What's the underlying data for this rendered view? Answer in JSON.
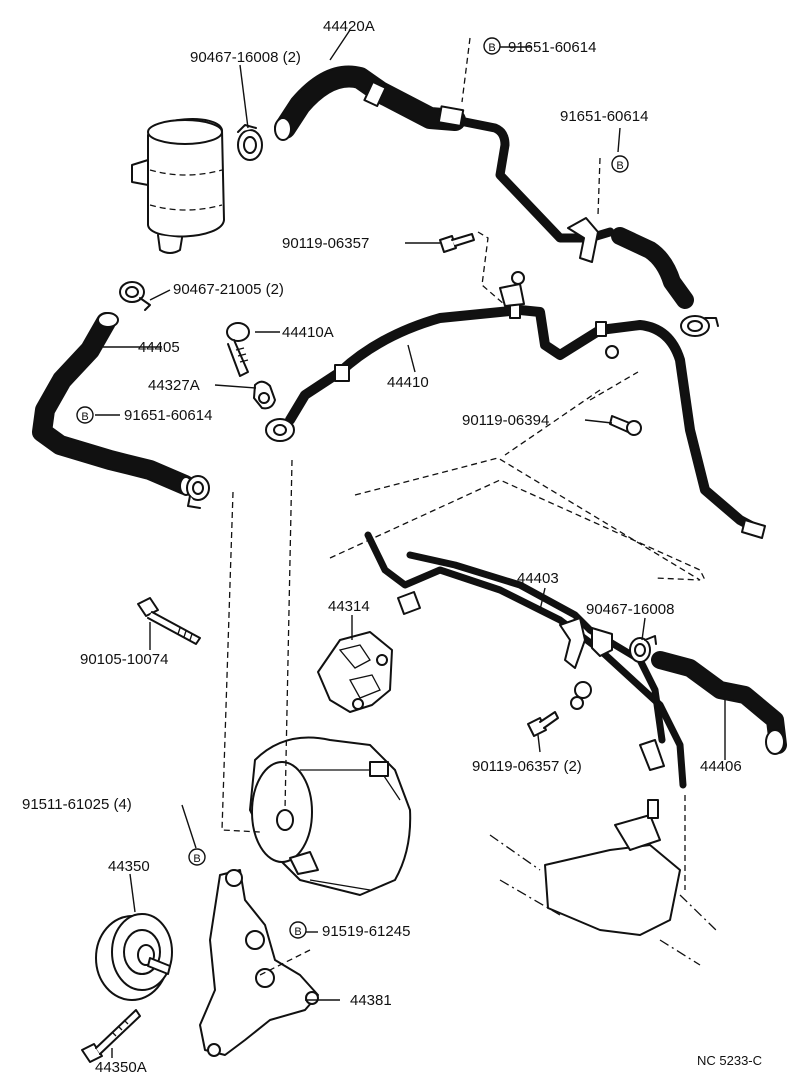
{
  "labels": {
    "p44420A": "44420A",
    "p90467_16008_2": "90467-16008 (2)",
    "p91651_60614_top": "91651-60614",
    "p91651_60614_right": "91651-60614",
    "p90119_06357": "90119-06357",
    "p90467_21005_2": "90467-21005 (2)",
    "p44405": "44405",
    "p44410A": "44410A",
    "p44327A": "44327A",
    "p44410": "44410",
    "p91651_60614_left": "91651-60614",
    "p90119_06394": "90119-06394",
    "p44403": "44403",
    "p44314": "44314",
    "p90467_16008": "90467-16008",
    "p90105_10074": "90105-10074",
    "p90119_06357_2": "90119-06357 (2)",
    "p44406": "44406",
    "p91511_61025_4": "91511-61025 (4)",
    "p44350": "44350",
    "p91519_61245": "91519-61245",
    "p44381": "44381",
    "p44350A": "44350A",
    "ref": "NC 5233-C"
  },
  "markers": {
    "b": "B"
  }
}
